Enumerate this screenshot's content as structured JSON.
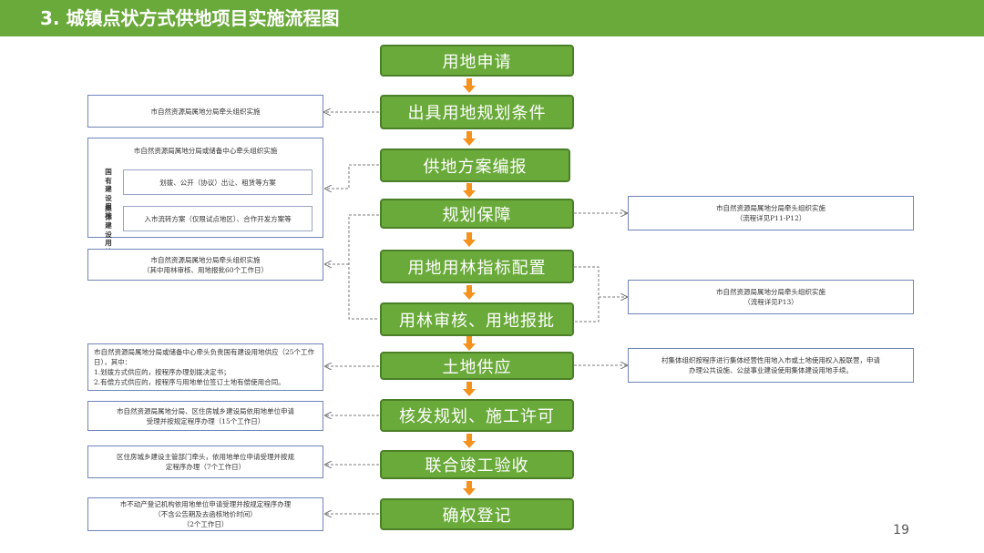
{
  "header": {
    "title": "3. 城镇点状方式供地项目实施流程图"
  },
  "colors": {
    "header": "#6aaa3a",
    "step_fill": "#6aaa3a",
    "step_border": "#4b7f28",
    "arrow": "#f5921e",
    "note_border": "#6f84b8"
  },
  "steps": [
    "用地申请",
    "出具用地规划条件",
    "供地方案编报",
    "规划保障",
    "用地用林指标配置",
    "用林审核、用地报批",
    "土地供应",
    "核发规划、施工许可",
    "联合竣工验收",
    "确权登记"
  ],
  "notes": {
    "n1": {
      "lines": [
        "市自然资源局属地分局牵头组织实施"
      ]
    },
    "n2": {
      "heading": "市自然资源局属地分局或储备中心牵头组织实施",
      "rows": [
        {
          "label": "国有建设用地",
          "text": "划拨、公开（协议）出让、租赁等方案"
        },
        {
          "label": "集体建设用地",
          "text": "入市流转方案（仅限试点地区）、合作开发方案等"
        }
      ]
    },
    "n3": {
      "lines": [
        "市自然资源局属地分局牵头组织实施",
        "（其中用林审核、用地报批60个工作日）"
      ]
    },
    "n4": {
      "lines": [
        "市自然资源局属地分局或储备中心牵头负责国有建设用地供应（25个工作日），其中：",
        "1.划拨方式供应的，按程序办理划拨决定书；",
        "2.有偿方式供应的，按程序与用地单位签订土地有偿使用合同。"
      ]
    },
    "n5": {
      "lines": [
        "市自然资源局属地分局、区住房城乡建设局依用地单位申请",
        "受理并按规定程序办理（15个工作日）"
      ]
    },
    "n6": {
      "lines": [
        "区住房城乡建设主管部门牵头，依用地单位申请受理并按规",
        "定程序办理（7个工作日）"
      ]
    },
    "n7": {
      "lines": [
        "市不动产登记机构依用地单位申请受理并按规定程序办理",
        "（不含公告期及去函核地价时间）",
        "（2个工作日）"
      ]
    },
    "r1": {
      "lines": [
        "市自然资源局属地分局牵头组织实施",
        "（流程详见P11-P12）"
      ]
    },
    "r2": {
      "lines": [
        "市自然资源局属地分局牵头组织实施",
        "（流程详见P13）"
      ]
    },
    "r3": {
      "lines": [
        "村集体组织按程序进行集体经营性用地入市或土地使用权入股联营，申请",
        "办理公共设施、公益事业建设使用集体建设用地手续。"
      ]
    }
  },
  "page_number": "19"
}
